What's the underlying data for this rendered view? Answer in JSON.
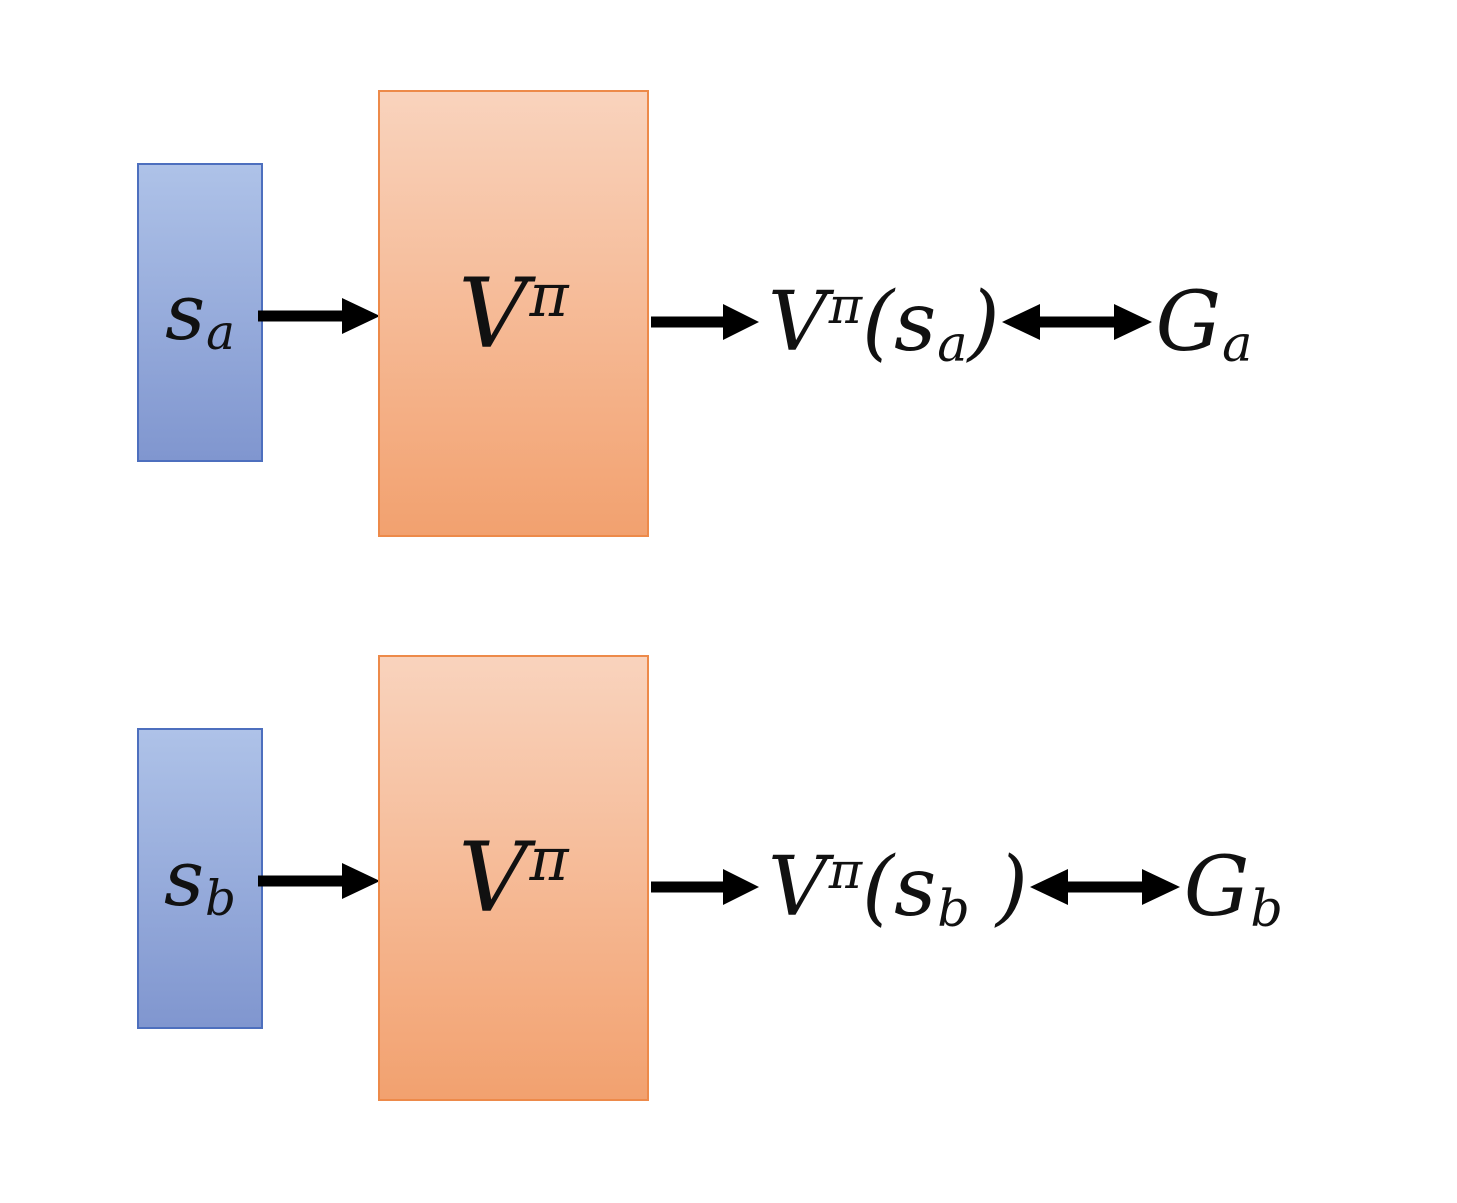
{
  "diagram": {
    "background": "#ffffff",
    "colors": {
      "blue_fill_top": "#aec2e8",
      "blue_fill_bottom": "#8096cf",
      "blue_border": "#4d6fbe",
      "orange_fill_top": "#f9d3bd",
      "orange_fill_bottom": "#f2a16f",
      "orange_border": "#ed8a4a",
      "arrow": "#000000",
      "text": "#111111"
    },
    "icons": {
      "right_arrow": "→",
      "double_arrow": "↔"
    },
    "rows": [
      {
        "id": "a",
        "state": {
          "base": "s",
          "sub": "a"
        },
        "model": {
          "base": "V",
          "sup": "π"
        },
        "output": {
          "base": "V",
          "sup": "π",
          "open": "(",
          "arg": "s",
          "arg_sub": "a",
          "close": ")"
        },
        "target": {
          "base": "G",
          "sub": "a"
        }
      },
      {
        "id": "b",
        "state": {
          "base": "s",
          "sub": "b"
        },
        "model": {
          "base": "V",
          "sup": "π"
        },
        "output": {
          "base": "V",
          "sup": "π",
          "open": "(",
          "arg": "s",
          "arg_sub": "b",
          "close": " )"
        },
        "target": {
          "base": "G",
          "sub": "b"
        }
      }
    ]
  }
}
